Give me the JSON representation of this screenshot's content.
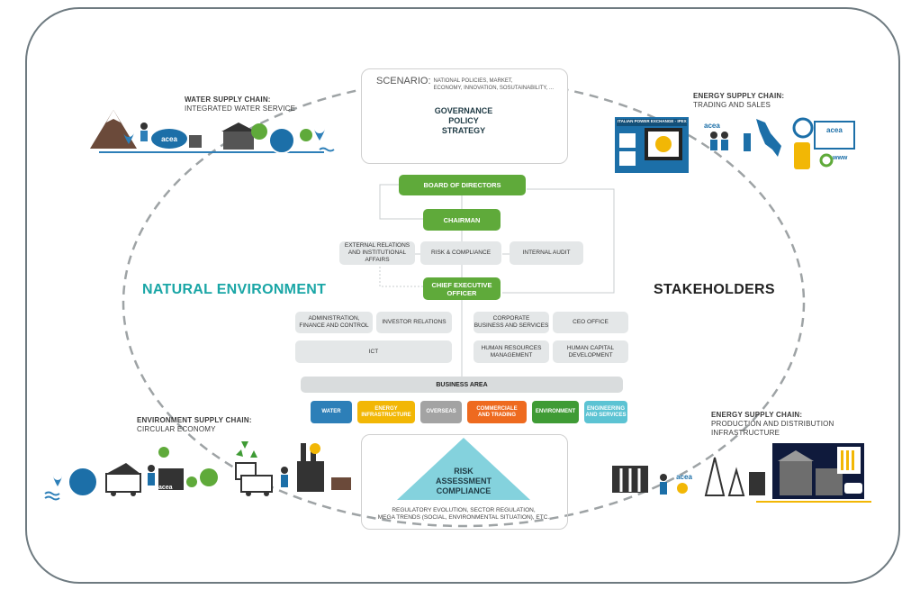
{
  "colors": {
    "teal": "#1aa6a6",
    "green": "#5faa3a",
    "grey_box": "#e4e7e8",
    "water": "#2d7fb8",
    "energy_infra": "#f2b705",
    "overseas": "#a3a3a3",
    "commercial": "#ee6a1f",
    "environment": "#3f9b35",
    "engineering": "#5cc3d3"
  },
  "labels": {
    "natural_environment": "NATURAL ENVIRONMENT",
    "stakeholders": "STAKEHOLDERS"
  },
  "supply_chains": {
    "water_title": "WATER SUPPLY CHAIN:",
    "water_sub": "INTEGRATED WATER SERVICE",
    "energy_trading_title": "ENERGY SUPPLY CHAIN:",
    "energy_trading_sub": "TRADING AND SALES",
    "environment_title": "ENVIRONMENT SUPPLY CHAIN:",
    "environment_sub": "CIRCULAR ECONOMY",
    "energy_prod_title": "ENERGY SUPPLY CHAIN:",
    "energy_prod_sub1": "PRODUCTION AND DISTRIBUTION",
    "energy_prod_sub2": "INFRASTRUCTURE"
  },
  "scenario": {
    "head": "SCENARIO:",
    "detail1": "NATIONAL POLICIES, MARKET,",
    "detail2": "ECONOMY, INNOVATION, SOSUTAINABILITY, ...",
    "tri1": "GOVERNANCE",
    "tri2": "POLICY",
    "tri3": "STRATEGY"
  },
  "org": {
    "board": "BOARD OF DIRECTORS",
    "chairman": "CHAIRMAN",
    "ext_rel1": "EXTERNAL RELATIONS",
    "ext_rel2": "AND INSTITUTIONAL AFFAIRS",
    "risk": "RISK & COMPLIANCE",
    "audit": "INTERNAL AUDIT",
    "ceo1": "CHIEF EXECUTIVE",
    "ceo2": "OFFICER",
    "admin1": "ADMINISTRATION,",
    "admin2": "FINANCE AND CONTROL",
    "investor": "INVESTOR RELATIONS",
    "corp1": "CORPORATE",
    "corp2": "BUSINESS AND SERVICES",
    "ceo_office": "CEO OFFICE",
    "ict": "ICT",
    "hr1": "HUMAN RESOURCES",
    "hr2": "MANAGEMENT",
    "hc1": "HUMAN CAPITAL",
    "hc2": "DEVELOPMENT",
    "business_area": "BUSINESS AREA"
  },
  "business_units": {
    "water": "WATER",
    "energy1": "ENERGY",
    "energy2": "INFRASTRUCTURE",
    "overseas": "OVERSEAS",
    "comm1": "COMMERCIALE",
    "comm2": "AND TRADING",
    "environment": "ENVIRONMENT",
    "eng1": "ENGINEERING",
    "eng2": "AND SERVICES"
  },
  "risk_panel": {
    "tri1": "RISK",
    "tri2": "ASSESSMENT",
    "tri3": "COMPLIANCE",
    "foot1": "REGULATORY EVOLUTION, SECTOR REGULATION,",
    "foot2": "MEGA TRENDS (SOCIAL, ENVIRONMENTAL SITUATION), ETC."
  },
  "brand": {
    "acea": "acea",
    "ipex": "ITALIAN POWER EXCHANGE - IPEX",
    "www": "www"
  }
}
